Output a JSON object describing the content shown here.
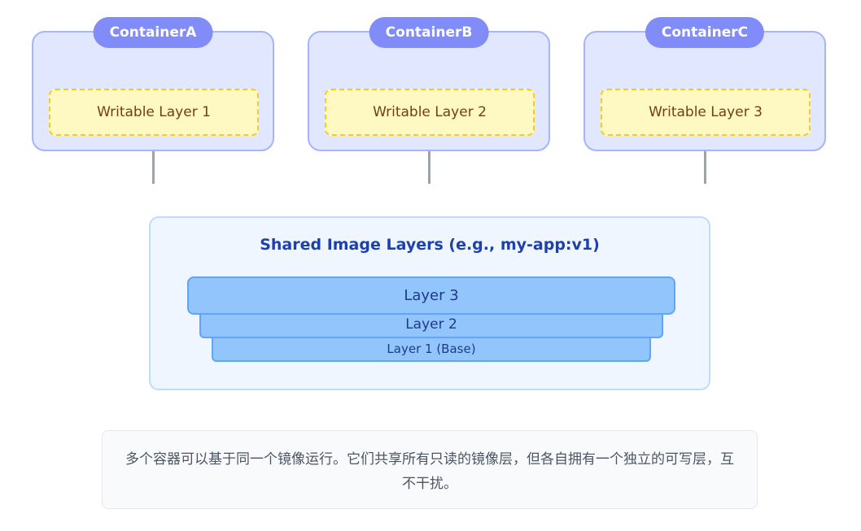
{
  "containers": [
    {
      "name": "ContainerA",
      "writable_layer": "Writable Layer 1"
    },
    {
      "name": "ContainerB",
      "writable_layer": "Writable Layer 2"
    },
    {
      "name": "ContainerC",
      "writable_layer": "Writable Layer 3"
    }
  ],
  "shared": {
    "title": "Shared Image Layers (e.g., my-app:v1)",
    "layers": [
      "Layer 3",
      "Layer 2",
      "Layer 1 (Base)"
    ]
  },
  "note": "多个容器可以基于同一个镜像运行。它们共享所有只读的镜像层，但各自拥有一个独立的可写层，互不干扰。",
  "colors": {
    "container_bg": "#e0e7ff",
    "container_label": "#818cf8",
    "writable_bg": "#fef9c3",
    "writable_border": "#facc15",
    "shared_bg": "#eff6ff",
    "layer_fill": "#93c5fd",
    "title_text": "#1e40af"
  }
}
